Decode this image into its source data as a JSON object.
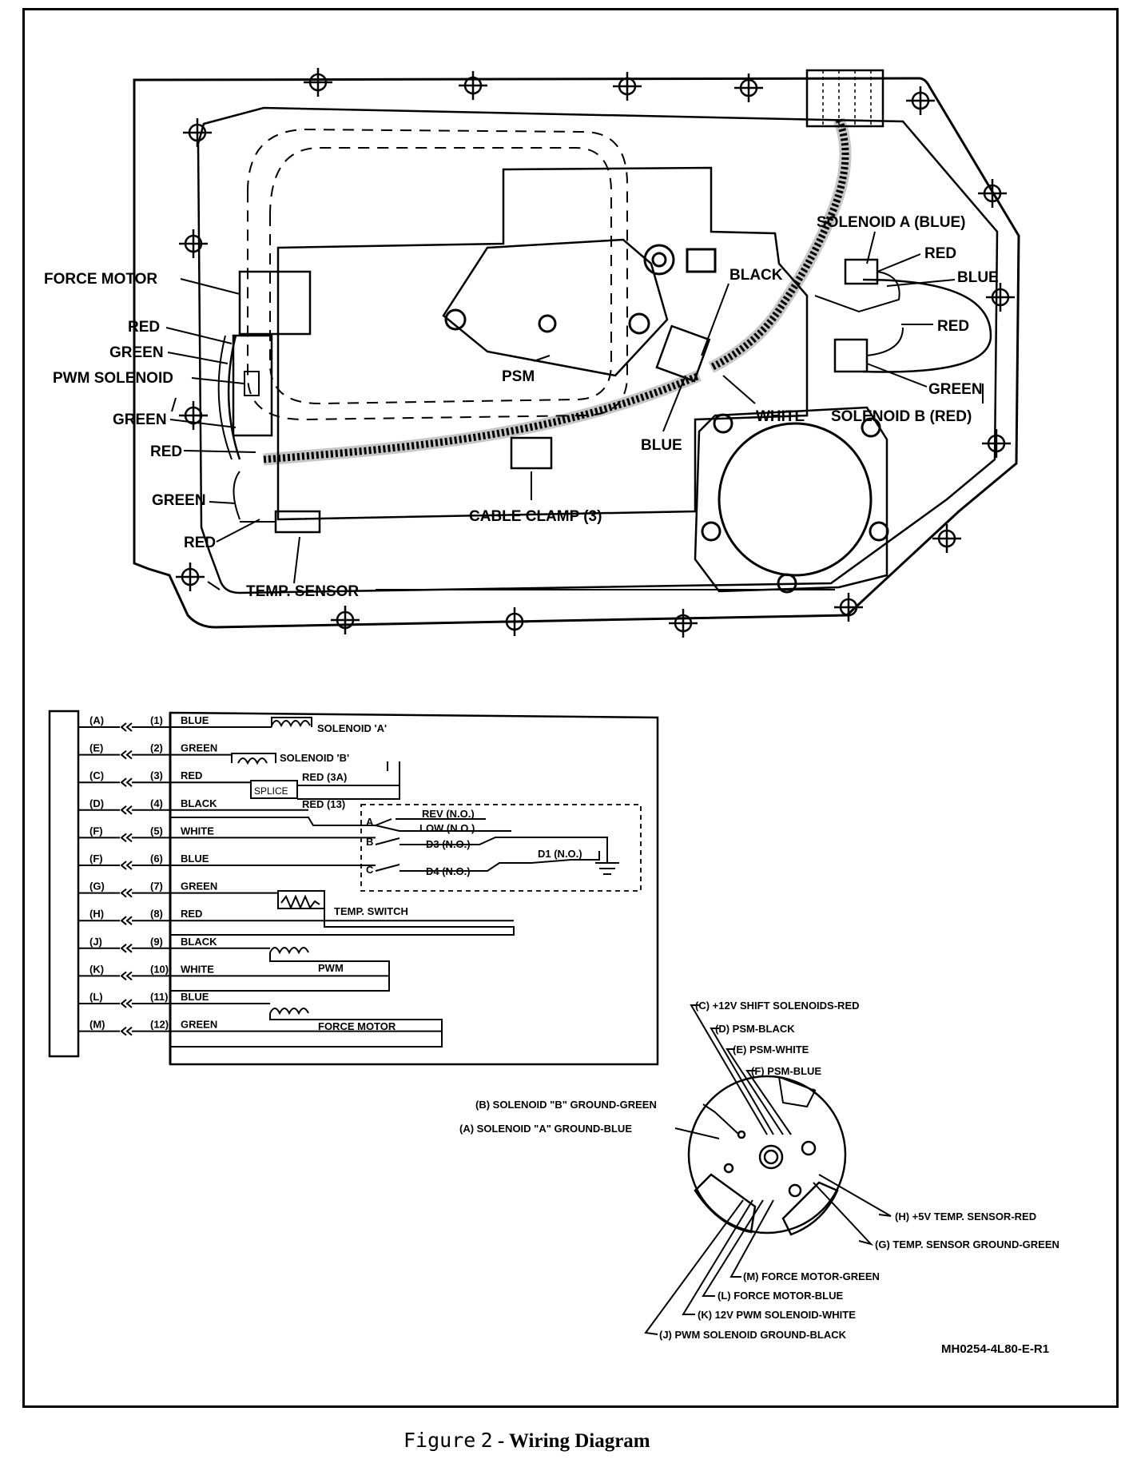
{
  "figure": {
    "prefix": "Figure",
    "number": "2",
    "title": "- Wiring Diagram",
    "code": "MH0254-4L80-E-R1"
  },
  "top_labels": {
    "force_motor": "FORCE MOTOR",
    "red1": "RED",
    "green1": "GREEN",
    "pwm_solenoid": "PWM SOLENOID",
    "green2": "GREEN",
    "red2": "RED",
    "green3": "GREEN",
    "red3": "RED",
    "temp_sensor": "TEMP. SENSOR",
    "psm": "PSM",
    "cable_clamp": "CABLE CLAMP (3)",
    "blue_left": "BLUE",
    "white": "WHITE",
    "black": "BLACK",
    "solenoid_a": "SOLENOID A (BLUE)",
    "red_r1": "RED",
    "blue_r": "BLUE",
    "red_r2": "RED",
    "green_r": "GREEN",
    "solenoid_b": "SOLENOID B (RED)"
  },
  "schematic": {
    "rows": [
      {
        "letter": "(A)",
        "pin": "(1)",
        "wire": "BLUE"
      },
      {
        "letter": "(E)",
        "pin": "(2)",
        "wire": "GREEN"
      },
      {
        "letter": "(C)",
        "pin": "(3)",
        "wire": "RED"
      },
      {
        "letter": "(D)",
        "pin": "(4)",
        "wire": "BLACK"
      },
      {
        "letter": "(F)",
        "pin": "(5)",
        "wire": "WHITE"
      },
      {
        "letter": "(F)",
        "pin": "(6)",
        "wire": "BLUE"
      },
      {
        "letter": "(G)",
        "pin": "(7)",
        "wire": "GREEN"
      },
      {
        "letter": "(H)",
        "pin": "(8)",
        "wire": "RED"
      },
      {
        "letter": "(J)",
        "pin": "(9)",
        "wire": "BLACK"
      },
      {
        "letter": "(K)",
        "pin": "(10)",
        "wire": "WHITE"
      },
      {
        "letter": "(L)",
        "pin": "(11)",
        "wire": "BLUE"
      },
      {
        "letter": "(M)",
        "pin": "(12)",
        "wire": "GREEN"
      }
    ],
    "solenoid_a": "SOLENOID 'A'",
    "solenoid_b": "SOLENOID 'B'",
    "red_3a": "RED (3A)",
    "splice": "SPLICE",
    "red_13": "RED (13)",
    "rev": "REV (N.O.)",
    "low": "LOW (N.O.)",
    "d3": "D3 (N.O.)",
    "d1": "D1 (N.O.)",
    "d4": "D4 (N.O.)",
    "sw_a": "A",
    "sw_b": "B",
    "sw_c": "C",
    "temp_switch": "TEMP. SWITCH",
    "pwm": "PWM",
    "force_motor": "FORCE MOTOR"
  },
  "connector": {
    "c": "(C) +12V SHIFT SOLENOIDS-RED",
    "d": "(D) PSM-BLACK",
    "e": "(E) PSM-WHITE",
    "f": "(F) PSM-BLUE",
    "b": "(B) SOLENOID \"B\" GROUND-GREEN",
    "a": "(A) SOLENOID \"A\" GROUND-BLUE",
    "h": "(H) +5V TEMP. SENSOR-RED",
    "g": "(G) TEMP. SENSOR GROUND-GREEN",
    "m": "(M) FORCE MOTOR-GREEN",
    "l": "(L) FORCE MOTOR-BLUE",
    "k": "(K) 12V PWM SOLENOID-WHITE",
    "j": "(J) PWM SOLENOID GROUND-BLACK"
  }
}
